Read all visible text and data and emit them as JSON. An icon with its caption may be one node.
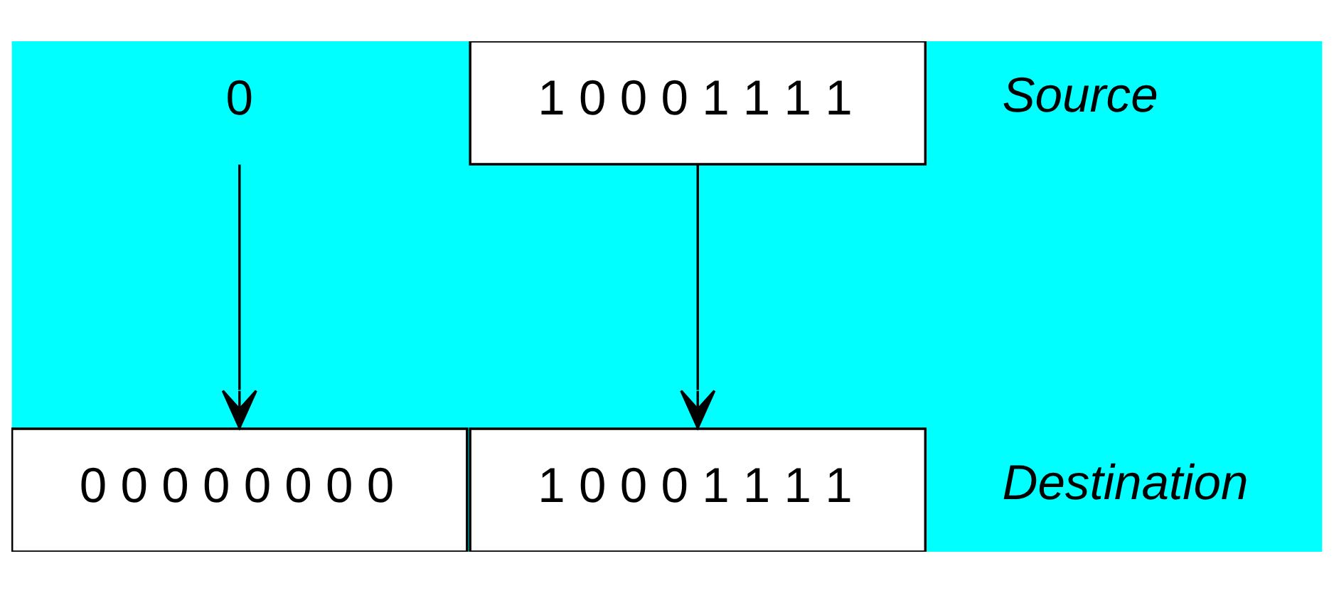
{
  "diagram": {
    "nodes": [
      {
        "text": [
          "0"
        ]
      },
      {
        "text": [
          "1 0 0 0 1 1 1 1"
        ],
        "beside": [
          "Source"
        ]
      },
      {
        "text": [
          "0 0 0 0 0 0 0 0"
        ]
      },
      {
        "text": [
          "1 0 0 0 1 1 1 1"
        ],
        "beside": [
          "Destination"
        ]
      }
    ],
    "edges": [
      {
        "from": 0,
        "to": 2,
        "arrow": "to"
      },
      {
        "from": 1,
        "to": 3,
        "arrow": "to"
      }
    ]
  }
}
